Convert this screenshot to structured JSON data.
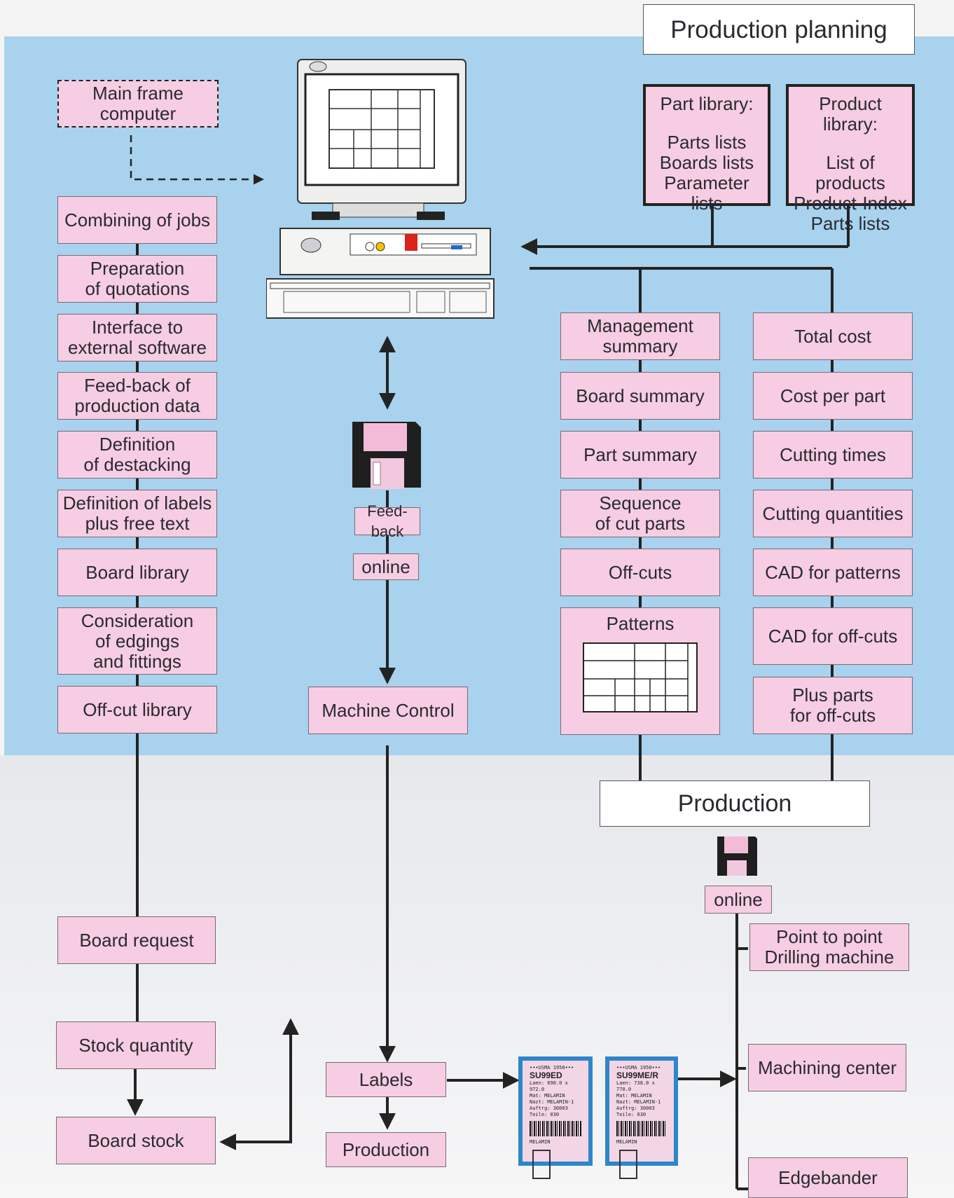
{
  "titles": {
    "production_planning": "Production planning",
    "production": "Production"
  },
  "main_frame": "Main frame computer",
  "libraries": {
    "part": {
      "title": "Part library:",
      "items": "Parts lists\nBoards lists\nParameter lists"
    },
    "product": {
      "title": "Product library:",
      "items": "List of products\nProduct-Index\nParts lists"
    }
  },
  "left_column": [
    "Combining of jobs",
    "Preparation\nof quotations",
    "Interface to\nexternal software",
    "Feed-back of\nproduction data",
    "Definition\nof destacking",
    "Definition of labels\nplus free text",
    "Board library",
    "Consideration\nof edgings\nand fittings",
    "Off-cut library"
  ],
  "middle": {
    "feedback": "Feed-back",
    "online": "online",
    "machine_control": "Machine Control",
    "labels": "Labels",
    "production": "Production"
  },
  "right_col1": [
    "Management\nsummary",
    "Board summary",
    "Part summary",
    "Sequence\nof cut parts",
    "Off-cuts",
    "Patterns"
  ],
  "right_col2": [
    "Total cost",
    "Cost per part",
    "Cutting times",
    "Cutting quantities",
    "CAD for patterns",
    "CAD for off-cuts",
    "Plus parts\nfor off-cuts"
  ],
  "stock": {
    "request": "Board request",
    "quantity": "Stock quantity",
    "stock": "Board stock"
  },
  "production_side": {
    "online": "online",
    "machines": [
      "Point to point\nDrilling machine",
      "Machining center",
      "Edgebander"
    ]
  },
  "label_cards": [
    {
      "header": "•••USMA 1950•••",
      "code": "SU99ED",
      "lines": [
        "Laen: 690.0  x   972.0",
        "Mat:  MELAMIN",
        "Nazt: MELAMIN-1",
        "Auftrg: 30003  Teile: 030"
      ],
      "footer": "MELAMIN"
    },
    {
      "header": "•••USMA 1950•••",
      "code": "SU99ME/R",
      "lines": [
        "Laen: 738.0  x   770.0",
        "Mat:  MELAMIN",
        "Nazt: MELAMIN-1",
        "Auftrg: 30003  Teile: 030"
      ],
      "footer": "MELAMIN"
    }
  ],
  "colors": {
    "box_fill": "#f6cde3",
    "top_bg": "#a8d2ee",
    "label_blue": "#2e86c8",
    "line": "#232323"
  },
  "icons": [
    "computer-icon",
    "floppy-disk-icon",
    "pattern-grid-icon",
    "arrow-icon"
  ]
}
